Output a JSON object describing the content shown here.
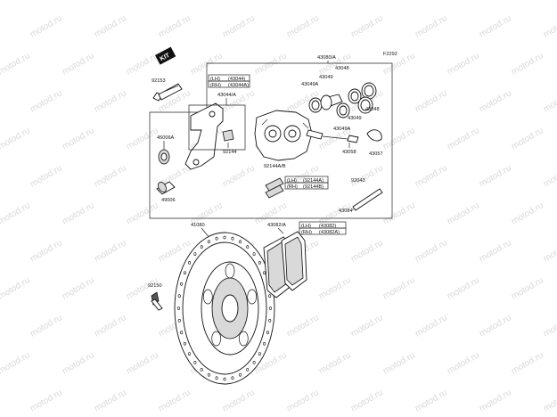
{
  "diagram_code": "F2292",
  "watermark": {
    "text": "motod.ru"
  },
  "kit_badge": "KIT",
  "labels": {
    "p43080A": "43080/A",
    "p43048_top": "43048",
    "p43049_top": "43049",
    "p43049A": "43049A",
    "p43049_mid": "43049",
    "p43048_right": "43048",
    "p43049A_low": "43049A",
    "p92153": "92153",
    "p43044A": "43044/A",
    "lh": "(LH)",
    "rh": "(RH)",
    "p43044_lh": "(43044)",
    "p43044_rh": "(43044A)",
    "p45006A": "45006A",
    "p92144": "92144",
    "p43058": "43058",
    "p43057": "43057",
    "p92144AB": "92144A/B",
    "p92144_lh": "(92144A)",
    "p92144_rh": "(92144B)",
    "p92043": "92043",
    "p49006": "49006",
    "p43084": "43084",
    "p41080": "41080",
    "p43082A": "43082/A",
    "p43082_lh": "(43082)",
    "p43082_rh": "(43082A)",
    "p92150": "92150"
  }
}
